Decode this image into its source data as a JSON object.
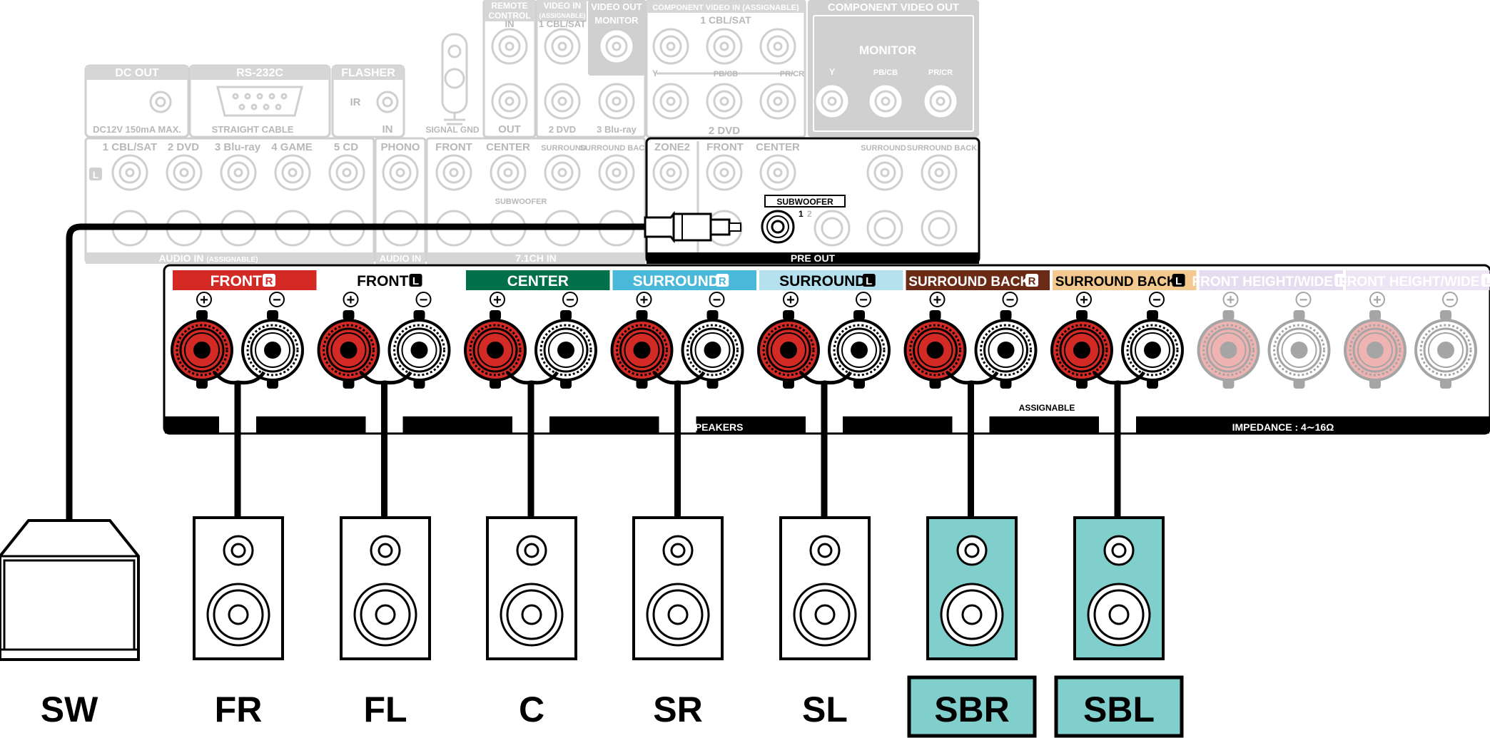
{
  "panel": {
    "dc_out": {
      "title": "DC OUT",
      "sub": "DC12V 150mA MAX."
    },
    "rs232c": {
      "title": "RS-232C",
      "sub": "STRAIGHT CABLE"
    },
    "flasher": {
      "title": "FLASHER",
      "ir": "IR",
      "sub": "IN"
    },
    "signal_gnd": "SIGNAL GND",
    "remote": {
      "title1": "REMOTE",
      "title2": "CONTROL",
      "in": "IN",
      "out": "OUT"
    },
    "video_in": {
      "title1": "VIDEO IN",
      "title2": "(ASSIGNABLE)",
      "top": "1 CBL/SAT",
      "b1": "2 DVD",
      "b2": "3 Blu-ray"
    },
    "video_out": {
      "title": "VIDEO OUT",
      "monitor": "MONITOR"
    },
    "component_in": {
      "title": "COMPONENT VIDEO IN (ASSIGNABLE)",
      "top": "1 CBL/SAT",
      "y": "Y",
      "pb": "PB/CB",
      "pr": "PR/CR",
      "bottom": "2 DVD"
    },
    "component_out": {
      "title": "COMPONENT VIDEO OUT",
      "monitor": "MONITOR",
      "y": "Y",
      "pb": "PB/CB",
      "pr": "PR/CR"
    },
    "audio_in": {
      "inputs": [
        "1 CBL/SAT",
        "2 DVD",
        "3 Blu-ray",
        "4 GAME",
        "5 CD"
      ],
      "l_badge": "L",
      "label": "AUDIO IN",
      "label_sub": "(ASSIGNABLE)"
    },
    "phono": {
      "title": "PHONO",
      "label": "AUDIO IN"
    },
    "ch71": {
      "front": "FRONT",
      "center": "CENTER",
      "surround": "SURROUND",
      "surround_back": "SURROUND BACK",
      "subwoofer": "SUBWOOFER",
      "label": "7.1CH IN"
    },
    "pre_out": {
      "zone2": "ZONE2",
      "front": "FRONT",
      "center": "CENTER",
      "surround": "SURROUND",
      "surround_back": "SURROUND BACK",
      "subwoofer": "SUBWOOFER",
      "sw1": "1",
      "sw2": "2",
      "label": "PRE OUT"
    }
  },
  "speaker_terminals": {
    "channels": [
      {
        "label": "FRONT",
        "badge": "R",
        "bg": "#d42a25",
        "fg": "#ffffff",
        "badge_style": "light",
        "active": true
      },
      {
        "label": "FRONT",
        "badge": "L",
        "bg": "#ffffff",
        "fg": "#000000",
        "badge_style": "dark",
        "active": true
      },
      {
        "label": "CENTER",
        "badge": "",
        "bg": "#00704a",
        "fg": "#ffffff",
        "badge_style": "none",
        "active": true
      },
      {
        "label": "SURROUND",
        "badge": "R",
        "bg": "#4ab8d8",
        "fg": "#ffffff",
        "badge_style": "light",
        "active": true
      },
      {
        "label": "SURROUND",
        "badge": "L",
        "bg": "#b5e0ee",
        "fg": "#000000",
        "badge_style": "dark",
        "active": true
      },
      {
        "label": "SURROUND BACK",
        "badge": "R",
        "bg": "#6b2a15",
        "fg": "#ffffff",
        "badge_style": "light",
        "active": true
      },
      {
        "label": "SURROUND BACK",
        "badge": "L",
        "bg": "#f3c98f",
        "fg": "#000000",
        "badge_style": "dark",
        "active": true
      },
      {
        "label": "FRONT HEIGHT/WIDE",
        "badge": "R",
        "bg": "#e6dcef",
        "fg": "#ffffff",
        "badge_style": "light",
        "active": false
      },
      {
        "label": "FRONT HEIGHT/WIDE",
        "badge": "L",
        "bg": "#ede5f3",
        "fg": "#ffffff",
        "badge_style": "light",
        "active": false
      }
    ],
    "plus": "+",
    "minus": "−",
    "speakers_label": "SPEAKERS",
    "assignable_label": "ASSIGNABLE",
    "impedance_label": "IMPEDANCE : 4∼16Ω"
  },
  "speakers": [
    {
      "id": "SW",
      "kind": "subwoofer",
      "highlight": false
    },
    {
      "id": "FR",
      "kind": "speaker",
      "highlight": false
    },
    {
      "id": "FL",
      "kind": "speaker",
      "highlight": false
    },
    {
      "id": "C",
      "kind": "speaker",
      "highlight": false
    },
    {
      "id": "SR",
      "kind": "speaker",
      "highlight": false
    },
    {
      "id": "SL",
      "kind": "speaker",
      "highlight": false
    },
    {
      "id": "SBR",
      "kind": "speaker",
      "highlight": true
    },
    {
      "id": "SBL",
      "kind": "speaker",
      "highlight": true
    }
  ],
  "colors": {
    "highlight": "#80cfcc",
    "terminal_red": "#d42a25",
    "faint": "#cfcfcf"
  }
}
